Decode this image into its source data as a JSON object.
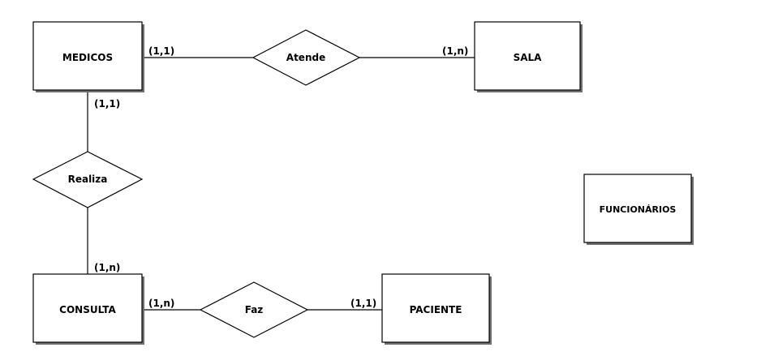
{
  "entities": {
    "medicos": "MEDICOS",
    "sala": "SALA",
    "consulta": "CONSULTA",
    "paciente": "PACIENTE",
    "funcionarios": "FUNCIONÁRIOS"
  },
  "relationships": {
    "atende": "Atende",
    "realiza": "Realiza",
    "faz": "Faz"
  },
  "cardinalities": {
    "medicos_atende": "(1,1)",
    "sala_atende": "(1,n)",
    "medicos_realiza": "(1,1)",
    "consulta_realiza": "(1,n)",
    "consulta_faz": "(1,n)",
    "paciente_faz": "(1,1)"
  },
  "colors": {
    "stroke": "#000000",
    "fill": "#ffffff",
    "shadow": "#6f6f6f"
  }
}
